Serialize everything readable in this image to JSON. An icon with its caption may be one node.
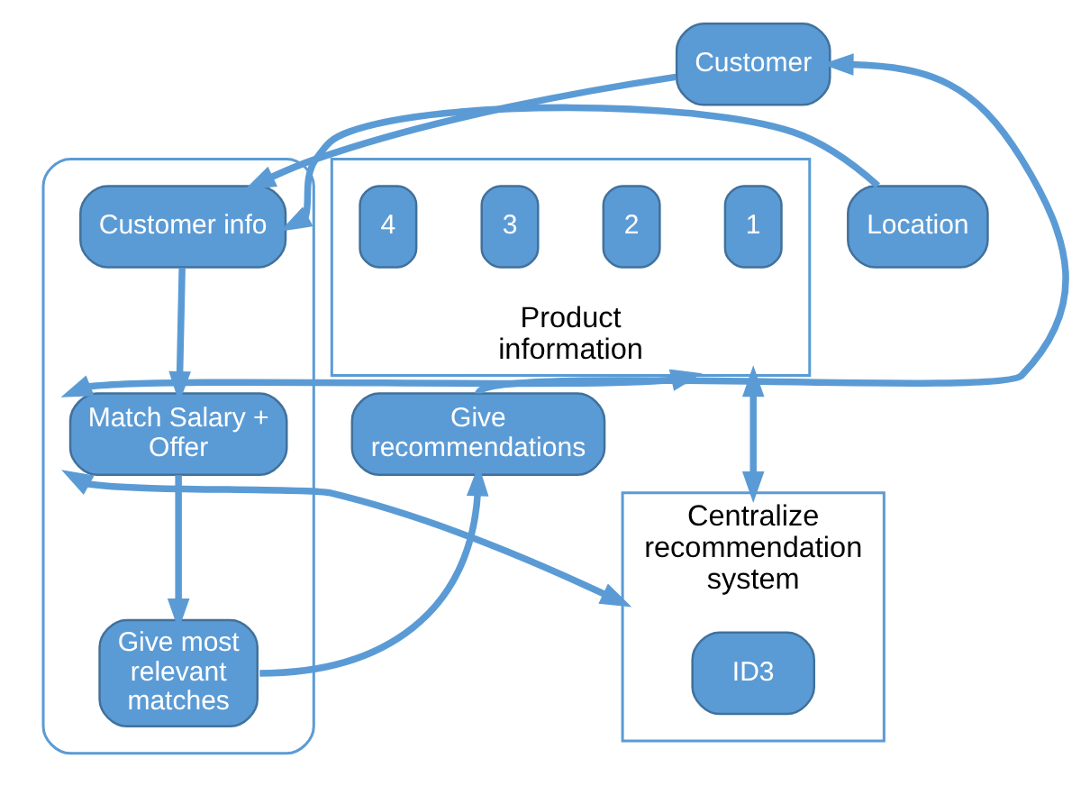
{
  "diagram": {
    "nodes": [
      {
        "text": [
          "Customer"
        ]
      },
      {
        "text": [
          "Product information"
        ]
      },
      {
        "text": [
          "1"
        ],
        "in": 1
      },
      {
        "text": [
          "2"
        ],
        "in": 1
      },
      {
        "text": [
          "3"
        ],
        "in": 1
      },
      {
        "text": [
          "4"
        ],
        "in": 1
      },
      {
        "text": [
          "Centralize recommendation system"
        ]
      },
      {
        "text": [
          "ID3"
        ],
        "in": 6
      },
      {
        "text": [],
        "shape": "box"
      },
      {
        "text": [
          "Customer info"
        ],
        "in": 8
      },
      {
        "text": [
          "Location"
        ]
      },
      {
        "text": [
          "Match Salary + Offer"
        ],
        "in": 8
      },
      {
        "text": [
          "Give most relevant matches"
        ],
        "in": 8
      },
      {
        "text": [
          "Give recommendations"
        ]
      }
    ],
    "edges": [
      {
        "from": 0,
        "to": 9,
        "arrow": "to"
      },
      {
        "from": 10,
        "to": 9,
        "arrow": "to"
      },
      {
        "from": 9,
        "to": 11,
        "arrow": "to"
      },
      {
        "from": 1,
        "to": 11,
        "arrow": "both"
      },
      {
        "from": 1,
        "to": 6,
        "arrow": "both"
      },
      {
        "from": 6,
        "to": 11,
        "arrow": "both"
      },
      {
        "from": 11,
        "to": 12,
        "arrow": "to"
      },
      {
        "from": 12,
        "to": 13,
        "arrow": "to"
      },
      {
        "from": 13,
        "to": 0,
        "arrow": "to"
      }
    ]
  }
}
